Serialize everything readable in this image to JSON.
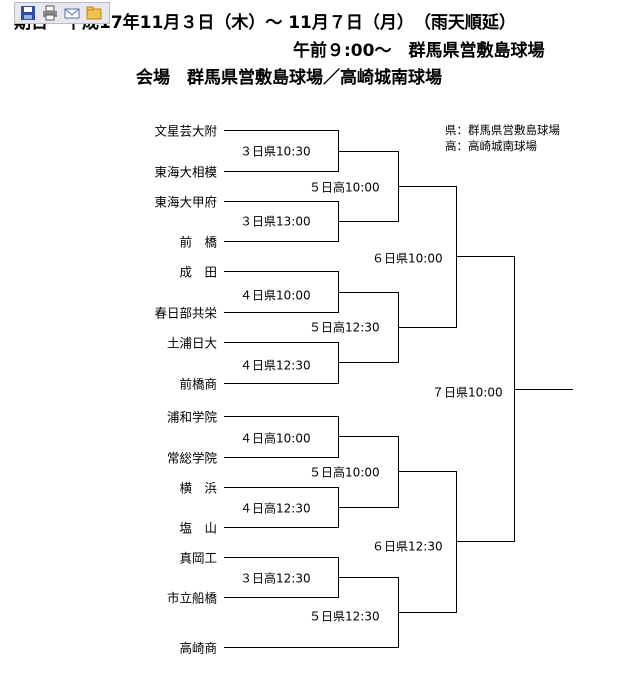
{
  "toolbar": {
    "icons": [
      "save-icon",
      "print-icon",
      "email-icon",
      "folder-icon"
    ]
  },
  "header": {
    "line1": "期日　平成17年11月３日（木）～ 11月７日（月）　（雨天順延）",
    "line2": "午前９:00～　群馬県営敷島球場",
    "line3": "会場　群馬県営敷島球場／高崎城南球場"
  },
  "legend": {
    "line1": "県：群馬県営敷島球場",
    "line2": "高：高崎城南球場"
  },
  "teams": [
    "文星芸大附",
    "東海大相模",
    "東海大甲府",
    "前　橋",
    "成　田",
    "春日部共栄",
    "土浦日大",
    "前橋商",
    "浦和学院",
    "常総学院",
    "横　浜",
    "塩　山",
    "真岡工",
    "市立船橋",
    "高崎商"
  ],
  "games": {
    "r1": [
      "３日県10:30",
      "３日県13:00",
      "４日県10:00",
      "４日県12:30",
      "４日高10:00",
      "４日高12:30",
      "３日高12:30"
    ],
    "r2": [
      "５日高10:00",
      "５日高12:30",
      "５日高10:00",
      "５日県12:30"
    ],
    "semi": [
      "６日県10:00",
      "６日県12:30"
    ],
    "final": "７日県10:00"
  }
}
